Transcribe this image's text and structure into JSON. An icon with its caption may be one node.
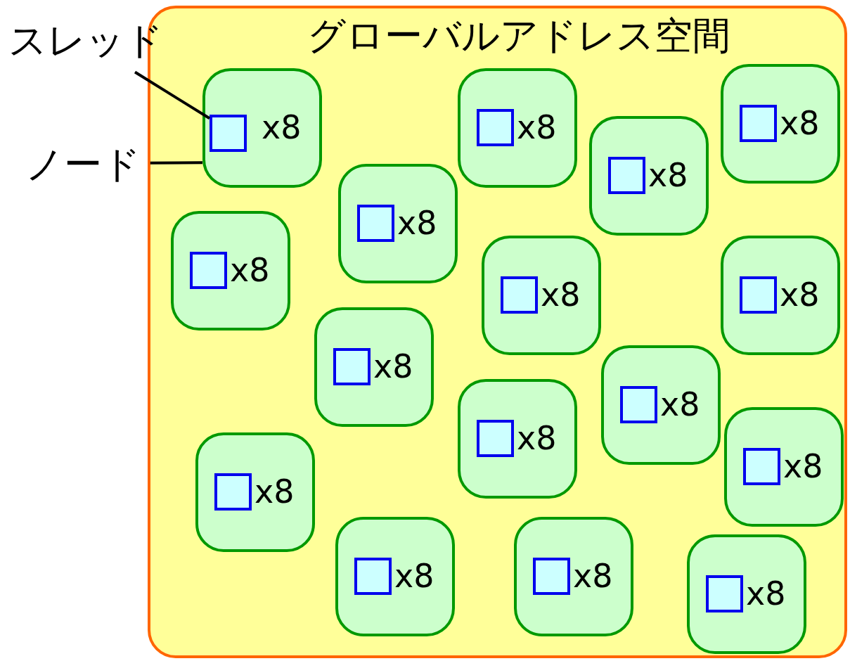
{
  "diagram": {
    "nodes": [
      {
        "text": [
          "グローバルアドレス空間"
        ]
      },
      {
        "text": [
          "スレッド"
        ]
      },
      {
        "text": [
          "ノード"
        ]
      },
      {
        "text": [
          "x8"
        ],
        "in": 0
      },
      {
        "text": [],
        "shape": "box",
        "in": 3
      },
      {
        "text": [
          "x8"
        ],
        "in": 0
      },
      {
        "text": [],
        "shape": "box",
        "in": 5
      },
      {
        "text": [
          "x8"
        ],
        "in": 0
      },
      {
        "text": [],
        "shape": "box",
        "in": 7
      },
      {
        "text": [
          "x8"
        ],
        "in": 0
      },
      {
        "text": [],
        "shape": "box",
        "in": 9
      },
      {
        "text": [
          "x8"
        ],
        "in": 0
      },
      {
        "text": [],
        "shape": "box",
        "in": 11
      },
      {
        "text": [
          "x8"
        ],
        "in": 0
      },
      {
        "text": [],
        "shape": "box",
        "in": 13
      },
      {
        "text": [
          "x8"
        ],
        "in": 0
      },
      {
        "text": [],
        "shape": "box",
        "in": 15
      },
      {
        "text": [
          "x8"
        ],
        "in": 0
      },
      {
        "text": [],
        "shape": "box",
        "in": 17
      },
      {
        "text": [
          "x8"
        ],
        "in": 0
      },
      {
        "text": [],
        "shape": "box",
        "in": 19
      },
      {
        "text": [
          "x8"
        ],
        "in": 0
      },
      {
        "text": [],
        "shape": "box",
        "in": 21
      },
      {
        "text": [
          "x8"
        ],
        "in": 0
      },
      {
        "text": [],
        "shape": "box",
        "in": 23
      },
      {
        "text": [
          "x8"
        ],
        "in": 0
      },
      {
        "text": [],
        "shape": "box",
        "in": 25
      },
      {
        "text": [
          "x8"
        ],
        "in": 0
      },
      {
        "text": [],
        "shape": "box",
        "in": 27
      },
      {
        "text": [
          "x8"
        ],
        "in": 0
      },
      {
        "text": [],
        "shape": "box",
        "in": 29
      },
      {
        "text": [
          "x8"
        ],
        "in": 0
      },
      {
        "text": [],
        "shape": "box",
        "in": 31
      },
      {
        "text": [
          "x8"
        ],
        "in": 0
      },
      {
        "text": [],
        "shape": "box",
        "in": 33
      }
    ],
    "edges": [
      {
        "from": 1,
        "to": 4,
        "arrow": "none"
      },
      {
        "from": 2,
        "to": 3,
        "arrow": "none"
      }
    ]
  }
}
